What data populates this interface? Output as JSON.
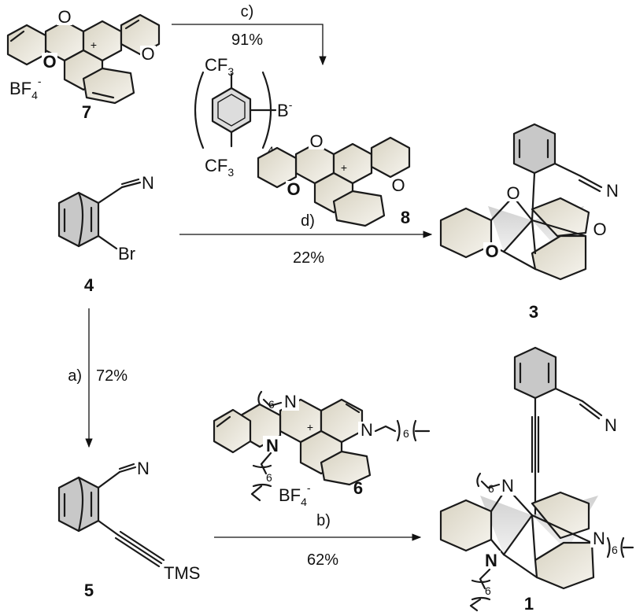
{
  "colors": {
    "ink": "#111111",
    "ring_fill_light": "#f3f1ea",
    "ring_fill_dark": "#d8d3c2",
    "cage_fill": "#cfcfcf"
  },
  "reagents": {
    "c": {
      "label": "c)",
      "yield": "91%"
    },
    "d": {
      "label": "d)",
      "yield": "22%"
    },
    "a": {
      "label": "a)",
      "yield": "72%"
    },
    "b": {
      "label": "b)",
      "yield": "62%"
    }
  },
  "compounds": {
    "c7": {
      "number": "7",
      "counterion_main": "BF",
      "counterion_sub": "4",
      "counterion_sup": "-",
      "charge": "+",
      "heteroatom": "O"
    },
    "c8": {
      "number": "8",
      "group": "CF",
      "group_sub": "3",
      "boron": "B",
      "boron_sup": "-",
      "count": "4",
      "charge": "+",
      "heteroatom": "O"
    },
    "c4": {
      "number": "4",
      "nitrile_n": "N",
      "halogen": "Br"
    },
    "c3": {
      "number": "3",
      "nitrile_n": "N",
      "heteroatom": "O"
    },
    "c5": {
      "number": "5",
      "nitrile_n": "N",
      "silyl": "TMS"
    },
    "c6": {
      "number": "6",
      "heteroatom": "N",
      "chain": "6",
      "counterion_main": "BF",
      "counterion_sub": "4",
      "counterion_sup": "-",
      "charge": "+"
    },
    "c1": {
      "number": "1",
      "nitrile_n": "N",
      "heteroatom": "N",
      "chain": "6"
    }
  }
}
